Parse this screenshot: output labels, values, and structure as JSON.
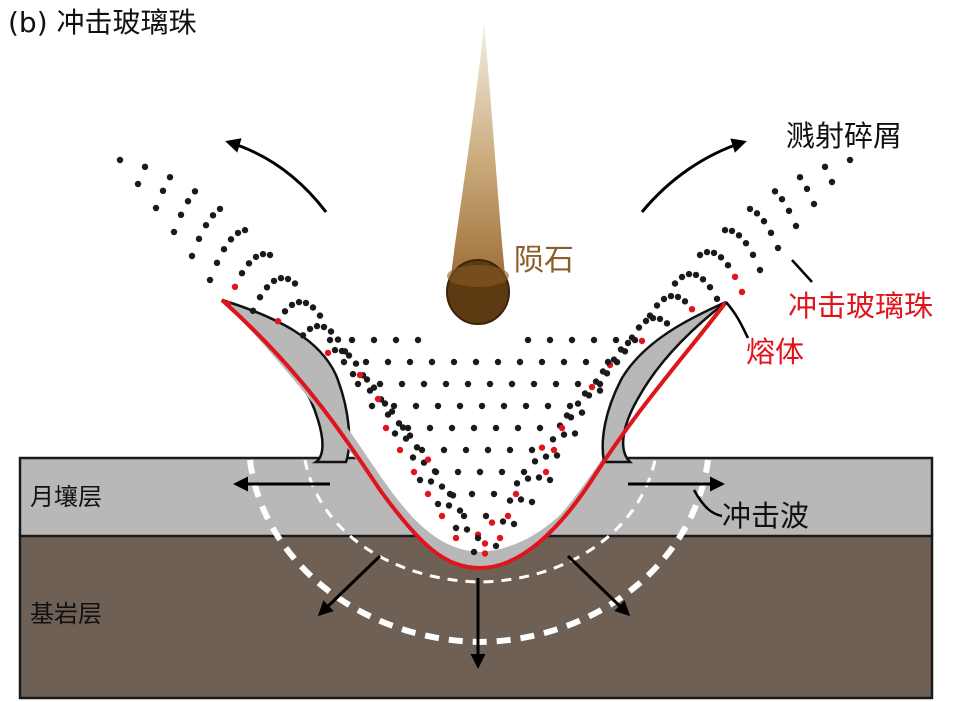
{
  "figure": {
    "panel_title": "(b) 冲击玻璃珠"
  },
  "labels": {
    "meteorite": "陨石",
    "ejecta": "溅射碎屑",
    "impact_glass_beads": "冲击玻璃珠",
    "melt": "熔体",
    "shock_wave": "冲击波",
    "regolith": "月壤层",
    "bedrock": "基岩层"
  },
  "colors": {
    "regolith": "#b8b8b8",
    "bedrock": "#6f6055",
    "melt": "#e0141c",
    "meteorite_body": "#b08a5a",
    "meteorite_head": "#5e3a12",
    "meteorite_label": "#8b5e2b",
    "ejecta_dot": "#1a1a1a",
    "glass_dot": "#e0141c",
    "shock_wave": "#ffffff"
  }
}
